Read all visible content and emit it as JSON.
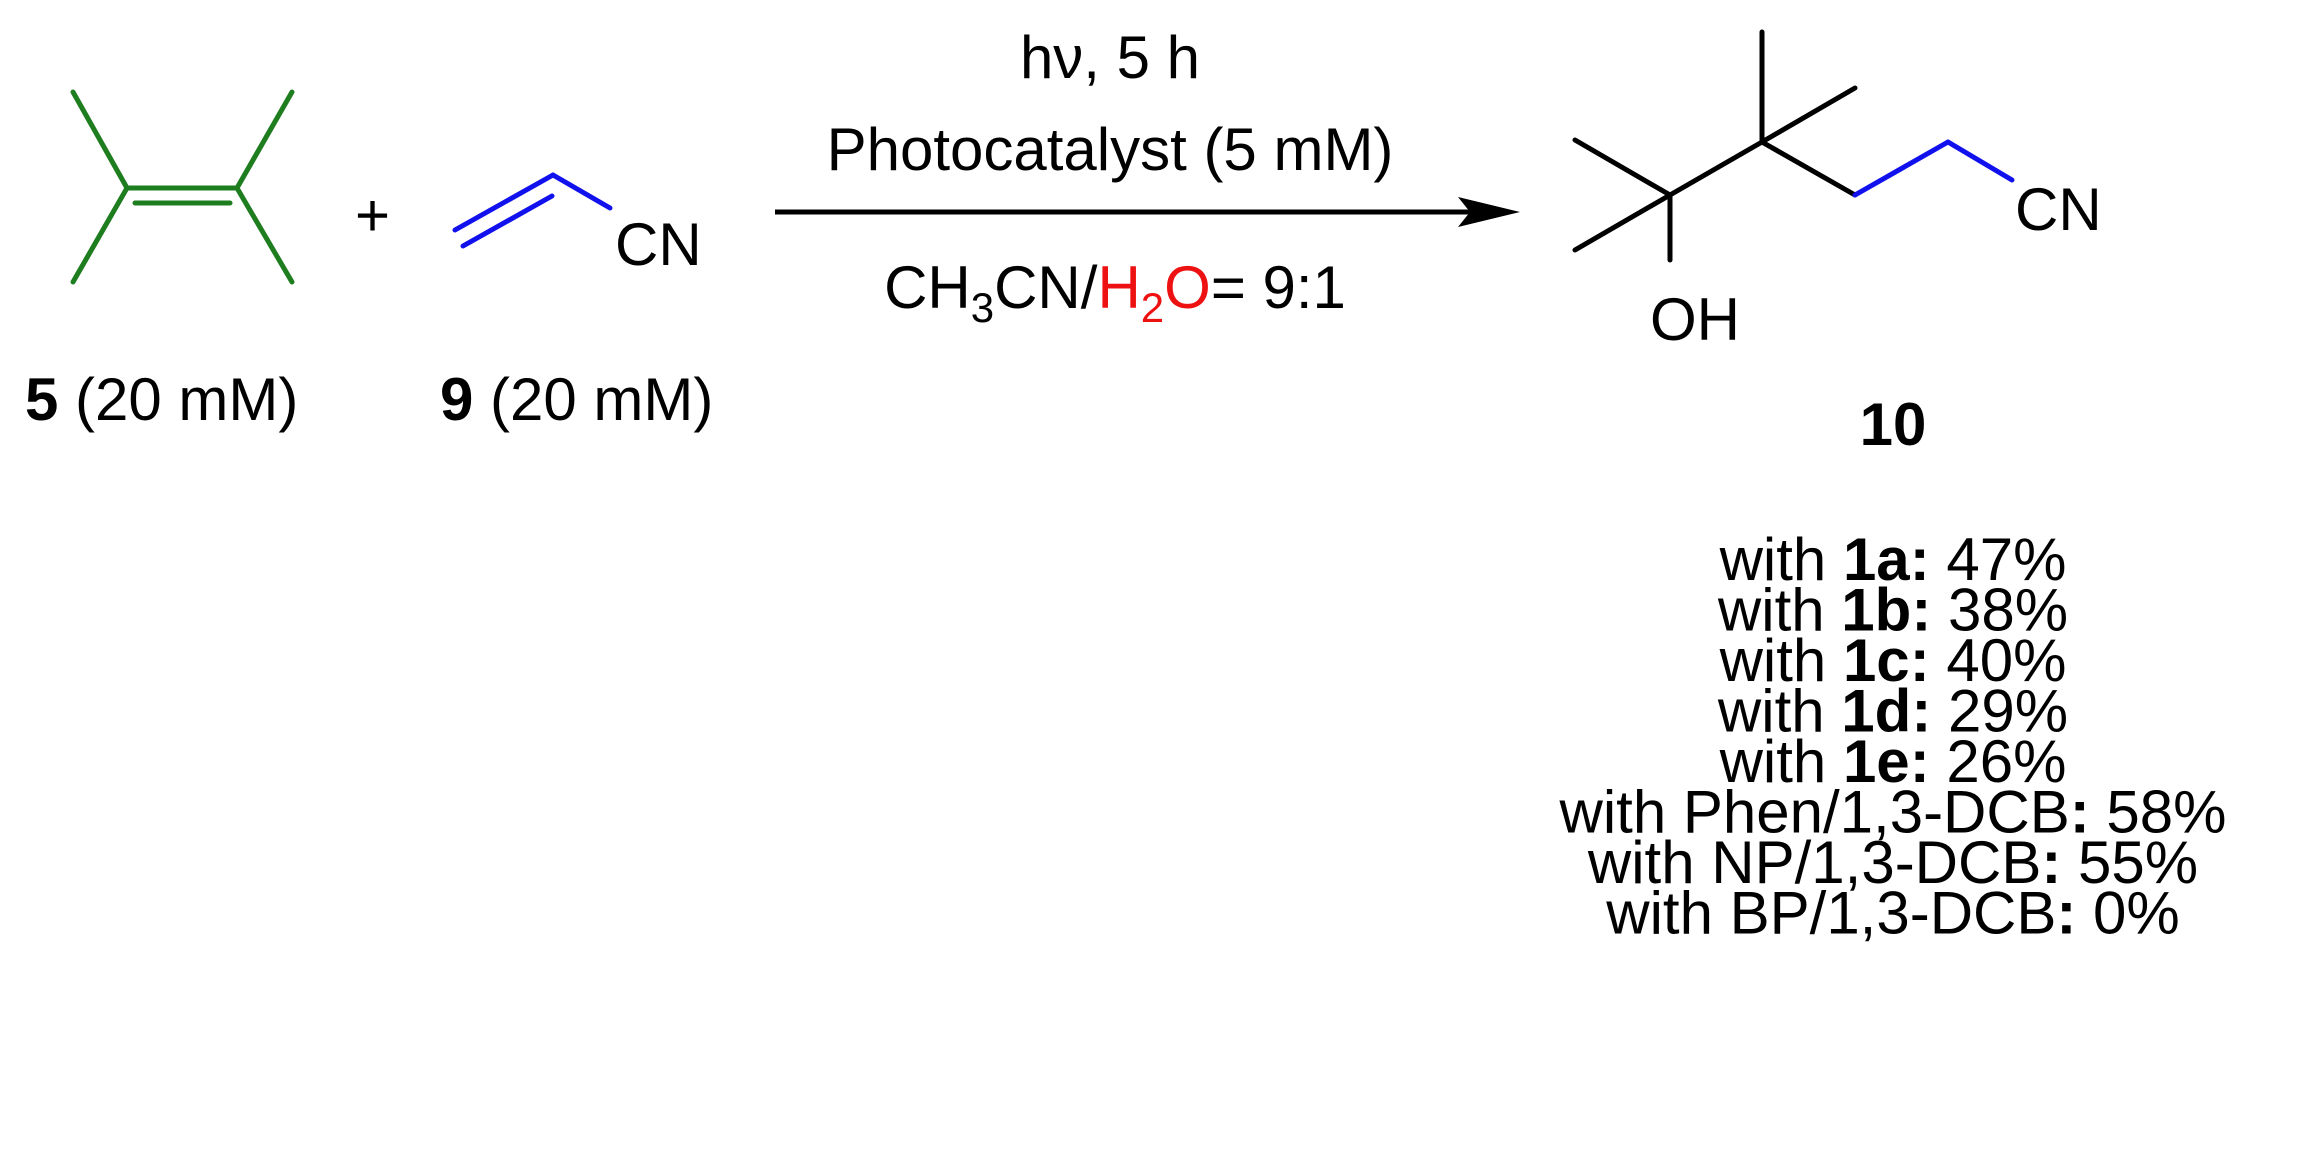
{
  "colors": {
    "alkene": "#1e7d1e",
    "nitrile": "#1111ee",
    "oxygen": "#ee1111",
    "text": "#000000"
  },
  "reactants": {
    "plus": "+",
    "alkene_nitrile_label": "CN",
    "compound5": {
      "id": "5",
      "conc": " (20 mM)"
    },
    "compound9": {
      "id": "9",
      "conc": " (20 mM)"
    }
  },
  "conditions": {
    "line1": "hν, 5 h",
    "line2": "Photocatalyst (5 mM)",
    "solvent": {
      "ch": "CH",
      "sub3": "3",
      "cn": "CN/",
      "h": "H",
      "sub2": "2",
      "o": "O",
      "ratio": "= 9:1"
    }
  },
  "product": {
    "id": "10",
    "cn_label": "CN",
    "oh_label": "OH"
  },
  "results": [
    {
      "prefix": "with ",
      "cat": "1a",
      "colon": ":",
      "yield": " 47%"
    },
    {
      "prefix": "with ",
      "cat": "1b",
      "colon": ":",
      "yield": " 38%"
    },
    {
      "prefix": "with ",
      "cat": "1c",
      "colon": ":",
      "yield": " 40%"
    },
    {
      "prefix": "with ",
      "cat": "1d",
      "colon": ":",
      "yield": " 29%"
    },
    {
      "prefix": "with ",
      "cat": "1e",
      "colon": ":",
      "yield": " 26%"
    },
    {
      "prefix": "with Phen/1,3-DCB",
      "cat": "",
      "colon": ":",
      "yield": " 58%"
    },
    {
      "prefix": "with NP/1,3-DCB",
      "cat": "",
      "colon": ":",
      "yield": " 55%"
    },
    {
      "prefix": "with BP/1,3-DCB",
      "cat": "",
      "colon": ":",
      "yield": " 0%"
    }
  ]
}
